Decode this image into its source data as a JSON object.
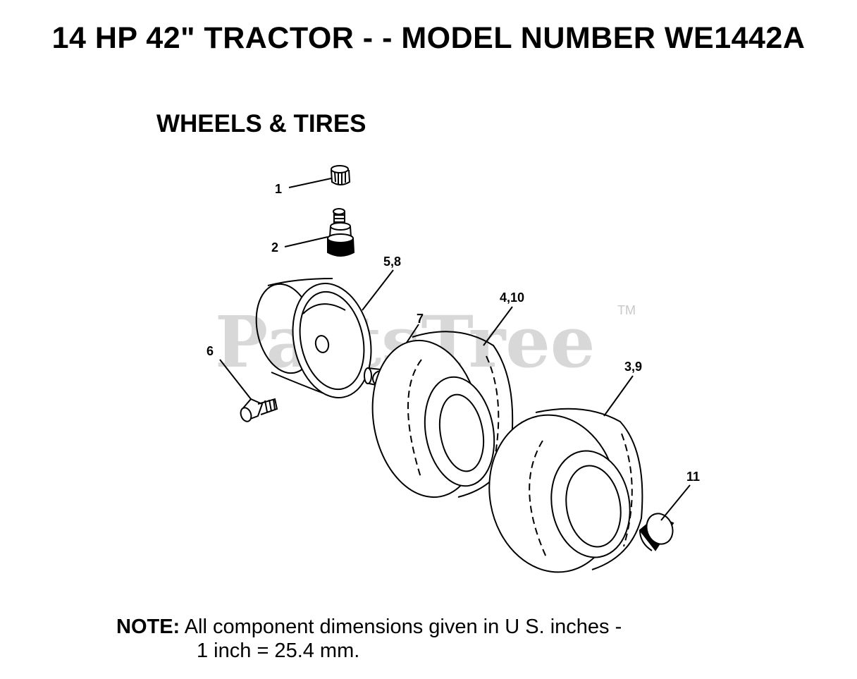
{
  "header": {
    "title": "14 HP 42\" TRACTOR - - MODEL NUMBER WE1442A",
    "section": "WHEELS & TIRES"
  },
  "watermark": {
    "text": "PartsTree",
    "tm": "TM"
  },
  "callouts": {
    "c1": "1",
    "c2": "2",
    "c58": "5,8",
    "c6": "6",
    "c7": "7",
    "c410": "4,10",
    "c39": "3,9",
    "c11": "11"
  },
  "note": {
    "label": "NOTE:",
    "line1": "All component dimensions given in U S. inches -",
    "line2": "1 inch = 25.4 mm."
  }
}
